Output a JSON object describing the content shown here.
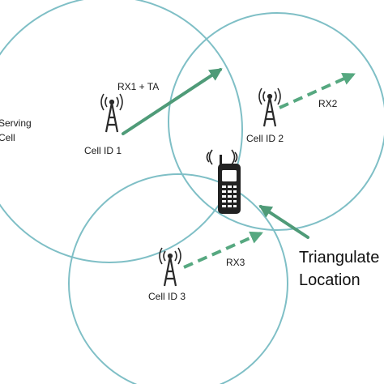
{
  "colors": {
    "circle": "#7fbfc6",
    "arrow": "#4f9b78",
    "arrow_dashed": "#56a880",
    "tower": "#2a2a2a",
    "phone_body": "#222222",
    "phone_screen": "#ffffff"
  },
  "labels": {
    "serving_cell_line1": "Serving",
    "serving_cell_line2": "Cell",
    "cell_id_1": "Cell ID 1",
    "cell_id_2": "Cell ID 2",
    "cell_id_3": "Cell ID 3",
    "rx1_ta": "RX1 + TA",
    "rx2": "RX2",
    "rx3": "RX3",
    "triangulated_line1": "Triangulate",
    "triangulated_line2": "Location"
  },
  "icons": {
    "tower": "cell-tower-icon",
    "phone": "mobile-phone-icon"
  }
}
